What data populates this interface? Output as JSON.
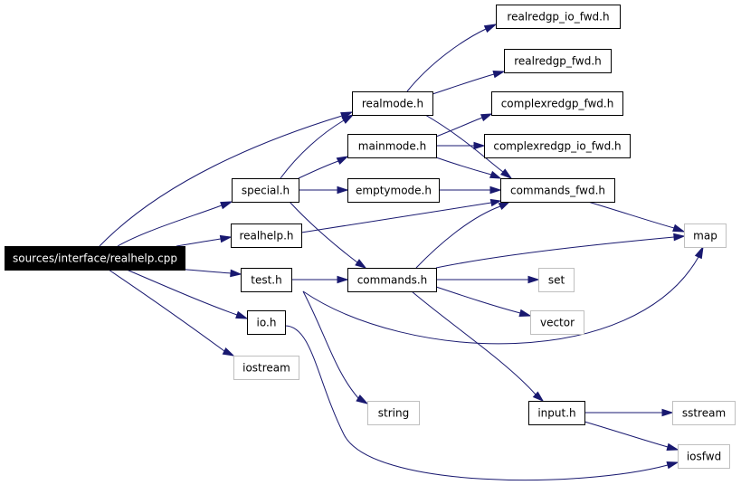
{
  "graph": {
    "colors": {
      "edge": "#191970",
      "local_border": "#000000",
      "external_border": "#bfbfbf",
      "root_fill": "#000000",
      "root_text": "#ffffff"
    },
    "nodes": [
      {
        "id": "root",
        "label": "sources/interface/realhelp.cpp",
        "kind": "root"
      },
      {
        "id": "realredgp_io_fwd",
        "label": "realredgp_io_fwd.h",
        "kind": "local"
      },
      {
        "id": "realredgp_fwd",
        "label": "realredgp_fwd.h",
        "kind": "local"
      },
      {
        "id": "realmode",
        "label": "realmode.h",
        "kind": "local"
      },
      {
        "id": "complexredgp_fwd",
        "label": "complexredgp_fwd.h",
        "kind": "local"
      },
      {
        "id": "mainmode",
        "label": "mainmode.h",
        "kind": "local"
      },
      {
        "id": "complexredgp_io_fwd",
        "label": "complexredgp_io_fwd.h",
        "kind": "local"
      },
      {
        "id": "special",
        "label": "special.h",
        "kind": "local"
      },
      {
        "id": "emptymode",
        "label": "emptymode.h",
        "kind": "local"
      },
      {
        "id": "commands_fwd",
        "label": "commands_fwd.h",
        "kind": "local"
      },
      {
        "id": "realhelp",
        "label": "realhelp.h",
        "kind": "local"
      },
      {
        "id": "map",
        "label": "map",
        "kind": "external"
      },
      {
        "id": "test",
        "label": "test.h",
        "kind": "local"
      },
      {
        "id": "commands",
        "label": "commands.h",
        "kind": "local"
      },
      {
        "id": "set",
        "label": "set",
        "kind": "external"
      },
      {
        "id": "vector",
        "label": "vector",
        "kind": "external"
      },
      {
        "id": "io",
        "label": "io.h",
        "kind": "local"
      },
      {
        "id": "iostream",
        "label": "iostream",
        "kind": "external"
      },
      {
        "id": "string",
        "label": "string",
        "kind": "external"
      },
      {
        "id": "input",
        "label": "input.h",
        "kind": "local"
      },
      {
        "id": "sstream",
        "label": "sstream",
        "kind": "external"
      },
      {
        "id": "iosfwd",
        "label": "iosfwd",
        "kind": "external"
      }
    ],
    "edges": [
      {
        "from": "root",
        "to": "realmode"
      },
      {
        "from": "root",
        "to": "special"
      },
      {
        "from": "root",
        "to": "realhelp"
      },
      {
        "from": "root",
        "to": "test"
      },
      {
        "from": "root",
        "to": "io"
      },
      {
        "from": "root",
        "to": "iostream"
      },
      {
        "from": "realmode",
        "to": "realredgp_io_fwd"
      },
      {
        "from": "realmode",
        "to": "realredgp_fwd"
      },
      {
        "from": "realmode",
        "to": "commands_fwd"
      },
      {
        "from": "special",
        "to": "realmode"
      },
      {
        "from": "special",
        "to": "mainmode"
      },
      {
        "from": "special",
        "to": "emptymode"
      },
      {
        "from": "special",
        "to": "commands"
      },
      {
        "from": "mainmode",
        "to": "complexredgp_fwd"
      },
      {
        "from": "mainmode",
        "to": "complexredgp_io_fwd"
      },
      {
        "from": "mainmode",
        "to": "commands_fwd"
      },
      {
        "from": "emptymode",
        "to": "commands_fwd"
      },
      {
        "from": "realhelp",
        "to": "commands_fwd"
      },
      {
        "from": "commands_fwd",
        "to": "map"
      },
      {
        "from": "test",
        "to": "commands"
      },
      {
        "from": "test",
        "to": "string"
      },
      {
        "from": "test",
        "to": "map"
      },
      {
        "from": "commands",
        "to": "commands_fwd"
      },
      {
        "from": "commands",
        "to": "map"
      },
      {
        "from": "commands",
        "to": "set"
      },
      {
        "from": "commands",
        "to": "vector"
      },
      {
        "from": "commands",
        "to": "input"
      },
      {
        "from": "io",
        "to": "iosfwd"
      },
      {
        "from": "input",
        "to": "sstream"
      },
      {
        "from": "input",
        "to": "iosfwd"
      }
    ]
  }
}
